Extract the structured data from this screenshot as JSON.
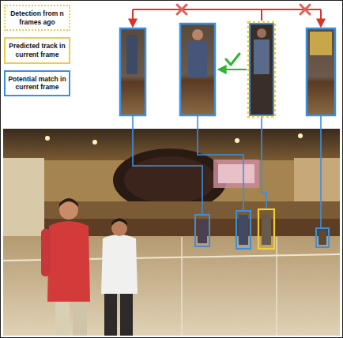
{
  "diagram": {
    "legend": [
      {
        "text": "Detection from n frames ago"
      },
      {
        "text": "Predicted track in current frame"
      },
      {
        "text": "Potential match in current frame"
      }
    ]
  }
}
